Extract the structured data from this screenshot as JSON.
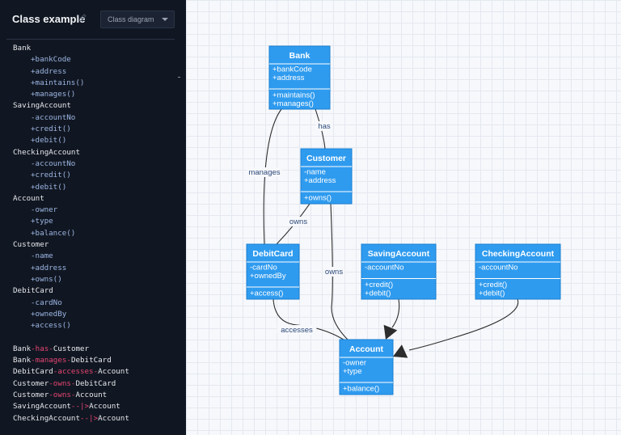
{
  "editor": {
    "title": "Class example",
    "diagram_type": "Class diagram",
    "code_lines": [
      {
        "text": "Bank",
        "indent": false
      },
      {
        "text": "+bankCode",
        "indent": true
      },
      {
        "text": "+address",
        "indent": true
      },
      {
        "text": "+maintains()",
        "indent": true
      },
      {
        "text": "+manages()",
        "indent": true
      },
      {
        "text": "SavingAccount",
        "indent": false
      },
      {
        "text": "-accountNo",
        "indent": true
      },
      {
        "text": "+credit()",
        "indent": true
      },
      {
        "text": "+debit()",
        "indent": true
      },
      {
        "text": "CheckingAccount",
        "indent": false
      },
      {
        "text": "-accountNo",
        "indent": true
      },
      {
        "text": "+credit()",
        "indent": true
      },
      {
        "text": "+debit()",
        "indent": true
      },
      {
        "text": "Account",
        "indent": false
      },
      {
        "text": "-owner",
        "indent": true
      },
      {
        "text": "+type",
        "indent": true
      },
      {
        "text": "+balance()",
        "indent": true
      },
      {
        "text": "Customer",
        "indent": false
      },
      {
        "text": "-name",
        "indent": true
      },
      {
        "text": "+address",
        "indent": true
      },
      {
        "text": "+owns()",
        "indent": true
      },
      {
        "text": "DebitCard",
        "indent": false
      },
      {
        "text": "-cardNo",
        "indent": true
      },
      {
        "text": "+ownedBy",
        "indent": true
      },
      {
        "text": "+access()",
        "indent": true
      },
      {
        "text": "",
        "indent": false
      },
      {
        "parts": [
          "Bank",
          "-has-",
          "Customer"
        ]
      },
      {
        "parts": [
          "Bank",
          "-manages-",
          "DebitCard"
        ]
      },
      {
        "parts": [
          "DebitCard",
          "-accesses-",
          "Account"
        ]
      },
      {
        "parts": [
          "Customer",
          "-owns-",
          "DebitCard"
        ]
      },
      {
        "parts": [
          "Customer",
          "-owns-",
          "Account"
        ]
      },
      {
        "parts": [
          "SavingAccount",
          "--|>",
          "Account"
        ]
      },
      {
        "parts": [
          "CheckingAccount",
          "--|>",
          "Account"
        ]
      }
    ]
  },
  "diagram": {
    "colors": {
      "class_fill": "#2f9bef",
      "class_border": "#1a7fd0",
      "edge": "#2d2d2d",
      "label": "#2d4a7a"
    },
    "classes": [
      {
        "id": "bank",
        "name": "Bank",
        "attributes": [
          "+bankCode",
          "+address"
        ],
        "methods": [
          "+maintains()",
          "+manages()"
        ]
      },
      {
        "id": "customer",
        "name": "Customer",
        "attributes": [
          "-name",
          "+address"
        ],
        "methods": [
          "+owns()"
        ]
      },
      {
        "id": "debitcard",
        "name": "DebitCard",
        "attributes": [
          "-cardNo",
          "+ownedBy"
        ],
        "methods": [
          "+access()"
        ]
      },
      {
        "id": "savingaccount",
        "name": "SavingAccount",
        "attributes": [
          "-accountNo"
        ],
        "methods": [
          "+credit()",
          "+debit()"
        ]
      },
      {
        "id": "checkingaccount",
        "name": "CheckingAccount",
        "attributes": [
          "-accountNo"
        ],
        "methods": [
          "+credit()",
          "+debit()"
        ]
      },
      {
        "id": "account",
        "name": "Account",
        "attributes": [
          "-owner",
          "+type"
        ],
        "methods": [
          "+balance()"
        ]
      }
    ],
    "relations": [
      {
        "from": "bank",
        "to": "customer",
        "label": "has",
        "kind": "association"
      },
      {
        "from": "bank",
        "to": "debitcard",
        "label": "manages",
        "kind": "association"
      },
      {
        "from": "customer",
        "to": "debitcard",
        "label": "owns",
        "kind": "association"
      },
      {
        "from": "customer",
        "to": "account",
        "label": "owns",
        "kind": "association"
      },
      {
        "from": "debitcard",
        "to": "account",
        "label": "accesses",
        "kind": "association"
      },
      {
        "from": "savingaccount",
        "to": "account",
        "label": "",
        "kind": "inheritance"
      },
      {
        "from": "checkingaccount",
        "to": "account",
        "label": "",
        "kind": "inheritance"
      }
    ]
  }
}
